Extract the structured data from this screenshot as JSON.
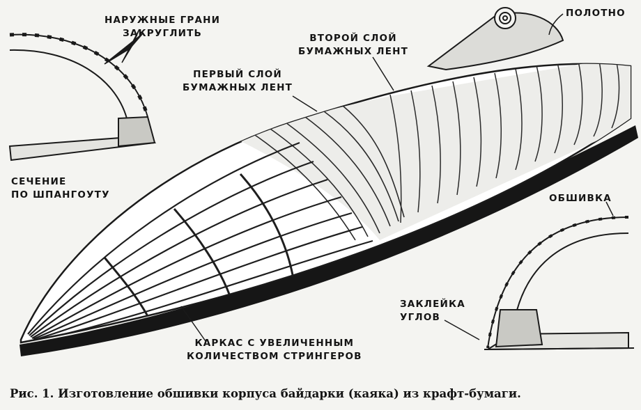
{
  "labels": {
    "outer_edges": [
      "НАРУЖНЫЕ ГРАНИ",
      "ЗАКРУГЛИТЬ"
    ],
    "cloth": "ПОЛОТНО",
    "second_layer": [
      "ВТОРОЙ СЛОЙ",
      "БУМАЖНЫХ ЛЕНТ"
    ],
    "first_layer": [
      "ПЕРВЫЙ СЛОЙ",
      "БУМАЖНЫХ ЛЕНТ"
    ],
    "section": [
      "СЕЧЕНИЕ",
      "ПО ШПАНГОУТУ"
    ],
    "skin": "ОБШИВКА",
    "corner_gluing": [
      "ЗАКЛЕЙКА",
      "УГЛОВ"
    ],
    "frame": [
      "КАРКАС С УВЕЛИЧЕННЫМ",
      "КОЛИЧЕСТВОМ СТРИНГЕРОВ"
    ]
  },
  "caption": "Рис. 1. Изготовление обшивки корпуса байдарки (каяка) из крафт-бумаги."
}
